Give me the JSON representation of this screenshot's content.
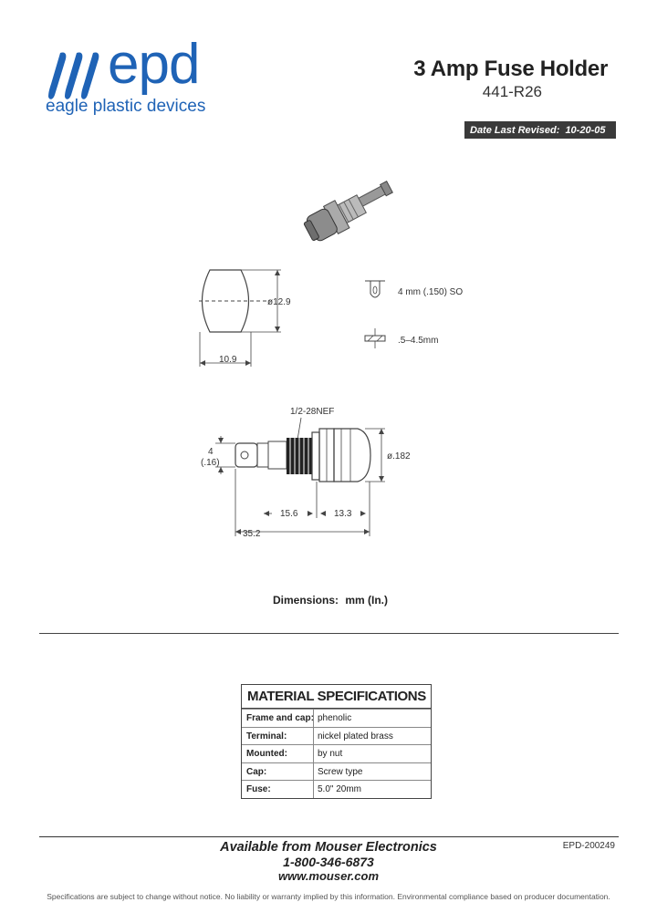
{
  "header": {
    "logo_mark": "epd",
    "logo_tagline": "eagle plastic devices",
    "title": "3 Amp Fuse Holder",
    "part_number": "441-R26",
    "revised_label": "Date Last Revised:",
    "revised_date": "10-20-05"
  },
  "drawing": {
    "dia_label": "ø12.9",
    "width_label": "10.9",
    "so_label": "4 mm (.150) SO",
    "panel_label": ".5–4.5mm",
    "thread_label": "1/2-28NEF",
    "side_top_label": "4",
    "side_bottom_label": "(.16)",
    "body_dia_label": "ø.182",
    "seg1_label": "15.6",
    "seg2_label": "13.3",
    "total_label": "35.2"
  },
  "dimensions_note": {
    "label": "Dimensions:",
    "units": "mm (In.)"
  },
  "specs": {
    "heading": "MATERIAL SPECIFICATIONS",
    "rows": [
      {
        "key": "Frame and cap:",
        "value": "phenolic"
      },
      {
        "key": "Terminal:",
        "value": "nickel plated brass"
      },
      {
        "key": "Mounted:",
        "value": "by nut"
      },
      {
        "key": "Cap:",
        "value": "Screw type"
      },
      {
        "key": "Fuse:",
        "value": "5.0\" 20mm"
      }
    ]
  },
  "footer": {
    "available": "Available from Mouser Electronics",
    "phone": "1-800-346-6873",
    "website": "www.mouser.com",
    "doc_number": "EPD-200249",
    "disclaimer": "Specifications are subject to change without notice. No liability or warranty implied by this information. Environmental compliance based on producer documentation."
  },
  "colors": {
    "brand": "#1f63b6",
    "revised_bg": "#3a3a3a"
  }
}
